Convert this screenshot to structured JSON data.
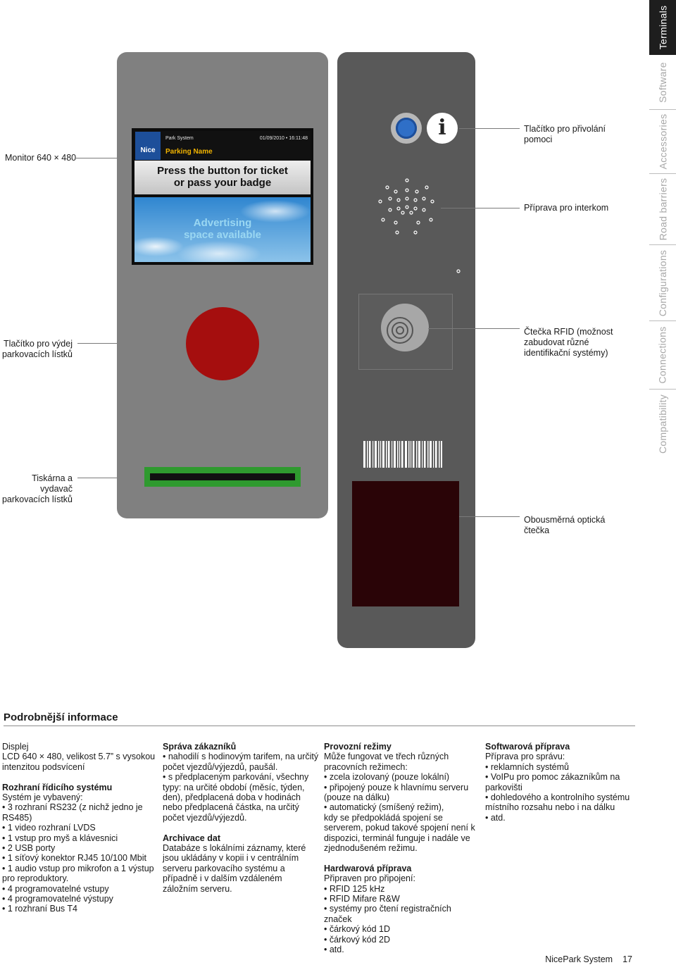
{
  "side_tabs": [
    "Terminals",
    "Software",
    "Accessories",
    "Road barriers",
    "Configurations",
    "Connections",
    "Compatibility"
  ],
  "callouts": {
    "monitor": "Monitor 640 × 480",
    "ticket_button": [
      "Tlačítko pro výdej",
      "parkovacích lístků"
    ],
    "printer": [
      "Tiskárna a vydavač",
      "parkovacích lístků"
    ],
    "help_button": [
      "Tlačítko pro přivolání",
      "pomoci"
    ],
    "intercom": "Příprava pro interkom",
    "rfid": [
      "Čtečka RFID (možnost",
      "zabudovat různé",
      "identifikační systémy)"
    ],
    "optical": [
      "Obousměrná optická",
      "čtečka"
    ]
  },
  "screen": {
    "logo": "Nice",
    "system": "Park System",
    "datetime": "01/09/2010 • 16:11:48",
    "parking_name": "Parking Name",
    "message": [
      "Press the button for ticket",
      "or pass your badge"
    ],
    "advert": [
      "Advertising",
      "space available"
    ]
  },
  "icons": {
    "help": "info-icon",
    "call": "call-button-icon",
    "speaker": "speaker-grille-icon",
    "rfid": "rfid-reader-icon",
    "barcode": "barcode-icon"
  },
  "colors": {
    "ticket_button": "#a50e0e",
    "printer_slot": "#2f9a2f",
    "call_button": "#2f6fc7",
    "optical_reader": "#2a0407"
  },
  "details": {
    "title": "Podrobnější informace",
    "col1": [
      {
        "t": "p",
        "v": "Displej"
      },
      {
        "t": "p",
        "v": "LCD 640 × 480, velikost 5.7” s vysokou"
      },
      {
        "t": "p",
        "v": "intenzitou podsvícení"
      },
      {
        "t": "gap"
      },
      {
        "t": "h",
        "v": "Rozhraní řídicího systému"
      },
      {
        "t": "p",
        "v": "Systém je vybavený:"
      },
      {
        "t": "p",
        "v": "• 3 rozhraní RS232 (z nichž jedno je"
      },
      {
        "t": "p",
        "v": "RS485)"
      },
      {
        "t": "p",
        "v": "• 1 video rozhraní LVDS"
      },
      {
        "t": "p",
        "v": "• 1 vstup pro myš a klávesnici"
      },
      {
        "t": "p",
        "v": "• 2 USB porty"
      },
      {
        "t": "p",
        "v": "• 1 síťový konektor RJ45 10/100 Mbit"
      },
      {
        "t": "p",
        "v": "• 1 audio vstup pro mikrofon a 1 výstup"
      },
      {
        "t": "p",
        "v": "pro reproduktory."
      },
      {
        "t": "p",
        "v": "• 4 programovatelné vstupy"
      },
      {
        "t": "p",
        "v": "• 4 programovatelné výstupy"
      },
      {
        "t": "p",
        "v": "• 1 rozhraní Bus T4"
      }
    ],
    "col2": [
      {
        "t": "h",
        "v": "Správa zákazníků"
      },
      {
        "t": "p",
        "v": "• nahodilí s hodinovým tarifem, na určitý"
      },
      {
        "t": "p",
        "v": "počet vjezdů/výjezdů, paušál."
      },
      {
        "t": "p",
        "v": "• s předplaceným parkování, všechny"
      },
      {
        "t": "p",
        "v": "typy: na určité období (měsíc, týden,"
      },
      {
        "t": "p",
        "v": "den), předplacená doba v hodinách"
      },
      {
        "t": "p",
        "v": "nebo předplacená částka, na určitý"
      },
      {
        "t": "p",
        "v": "počet vjezdů/výjezdů."
      },
      {
        "t": "gap"
      },
      {
        "t": "h",
        "v": "Archivace dat"
      },
      {
        "t": "p",
        "v": "Databáze s lokálními záznamy, které"
      },
      {
        "t": "p",
        "v": "jsou ukládány v kopii i v centrálním"
      },
      {
        "t": "p",
        "v": "serveru parkovacího systému a"
      },
      {
        "t": "p",
        "v": "případně i v dalším vzdáleném"
      },
      {
        "t": "p",
        "v": "záložním serveru."
      }
    ],
    "col3": [
      {
        "t": "h",
        "v": "Provozní režimy"
      },
      {
        "t": "p",
        "v": "Může fungovat ve třech různých"
      },
      {
        "t": "p",
        "v": "pracovních režimech:"
      },
      {
        "t": "p",
        "v": "• zcela izolovaný (pouze lokální)"
      },
      {
        "t": "p",
        "v": "• připojený pouze k hlavnímu serveru"
      },
      {
        "t": "p",
        "v": "(pouze na dálku)"
      },
      {
        "t": "p",
        "v": "• automatický (smíšený režim),"
      },
      {
        "t": "p",
        "v": "kdy se předpokládá spojení se"
      },
      {
        "t": "p",
        "v": "serverem, pokud takové spojení není k"
      },
      {
        "t": "p",
        "v": "dispozici, terminál funguje i nadále ve"
      },
      {
        "t": "p",
        "v": "zjednodušeném režimu."
      },
      {
        "t": "gap"
      },
      {
        "t": "h",
        "v": "Hardwarová příprava"
      },
      {
        "t": "p",
        "v": "Připraven pro připojení:"
      },
      {
        "t": "p",
        "v": "• RFID 125 kHz"
      },
      {
        "t": "p",
        "v": "• RFID Mifare R&W"
      },
      {
        "t": "p",
        "v": "• systémy pro čtení registračních"
      },
      {
        "t": "p",
        "v": "značek"
      },
      {
        "t": "p",
        "v": "• čárkový kód 1D"
      },
      {
        "t": "p",
        "v": "• čárkový kód 2D"
      },
      {
        "t": "p",
        "v": "• atd."
      }
    ],
    "col4": [
      {
        "t": "h",
        "v": "Softwarová příprava"
      },
      {
        "t": "p",
        "v": "Příprava pro správu:"
      },
      {
        "t": "p",
        "v": "• reklamních systémů"
      },
      {
        "t": "p",
        "v": "• VoIPu pro pomoc zákazníkům na"
      },
      {
        "t": "p",
        "v": "parkovišti"
      },
      {
        "t": "p",
        "v": "• dohledového a kontrolního systému"
      },
      {
        "t": "p",
        "v": "místního rozsahu nebo i na dálku"
      },
      {
        "t": "p",
        "v": "• atd."
      }
    ]
  },
  "footer": {
    "brand": "NicePark System",
    "page": "17"
  }
}
